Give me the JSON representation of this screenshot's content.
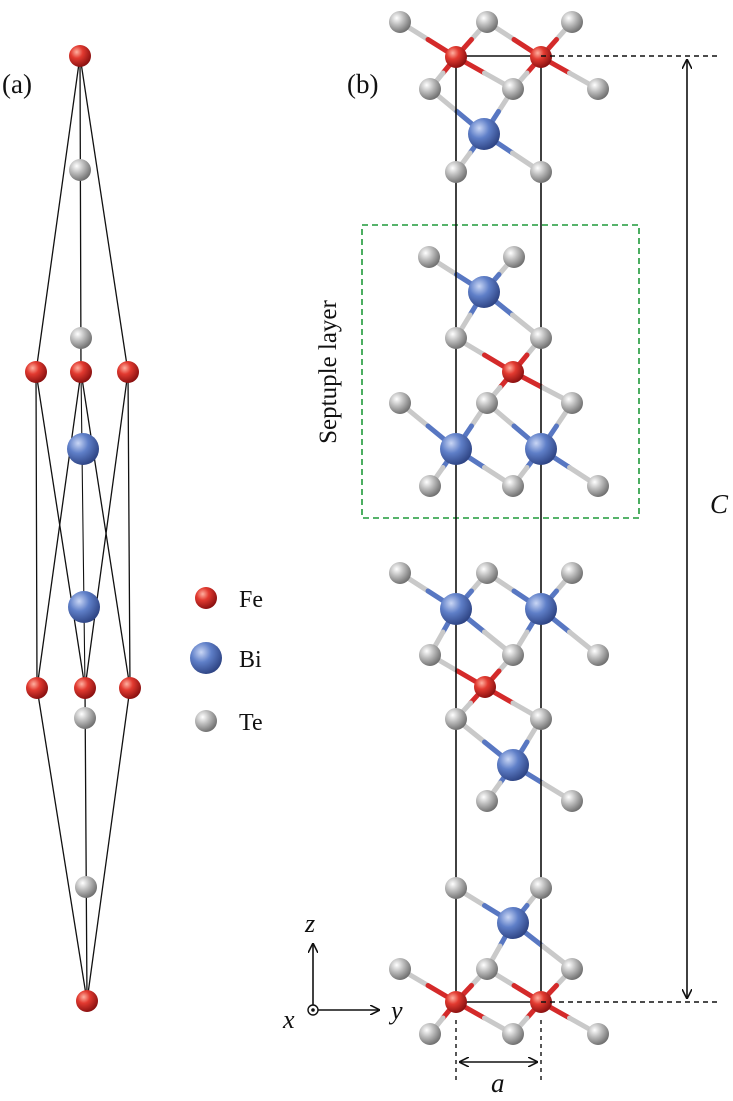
{
  "panel_a": {
    "label": "(a)"
  },
  "panel_b": {
    "label": "(b)"
  },
  "legend": [
    {
      "element": "Fe",
      "color": "#d42a2a"
    },
    {
      "element": "Bi",
      "color": "#5877c2"
    },
    {
      "element": "Te",
      "color": "#a6a6a6"
    }
  ],
  "septuple_label": "Septuple layer",
  "axes": {
    "z": "z",
    "y": "y",
    "x": "x"
  },
  "dimensions": {
    "c": "C",
    "a": "a"
  },
  "colors": {
    "fe": "#d42a2a",
    "bi": "#5877c2",
    "te": "#a6a6a6",
    "box": "#1f9a3a",
    "bond": "#111111"
  }
}
